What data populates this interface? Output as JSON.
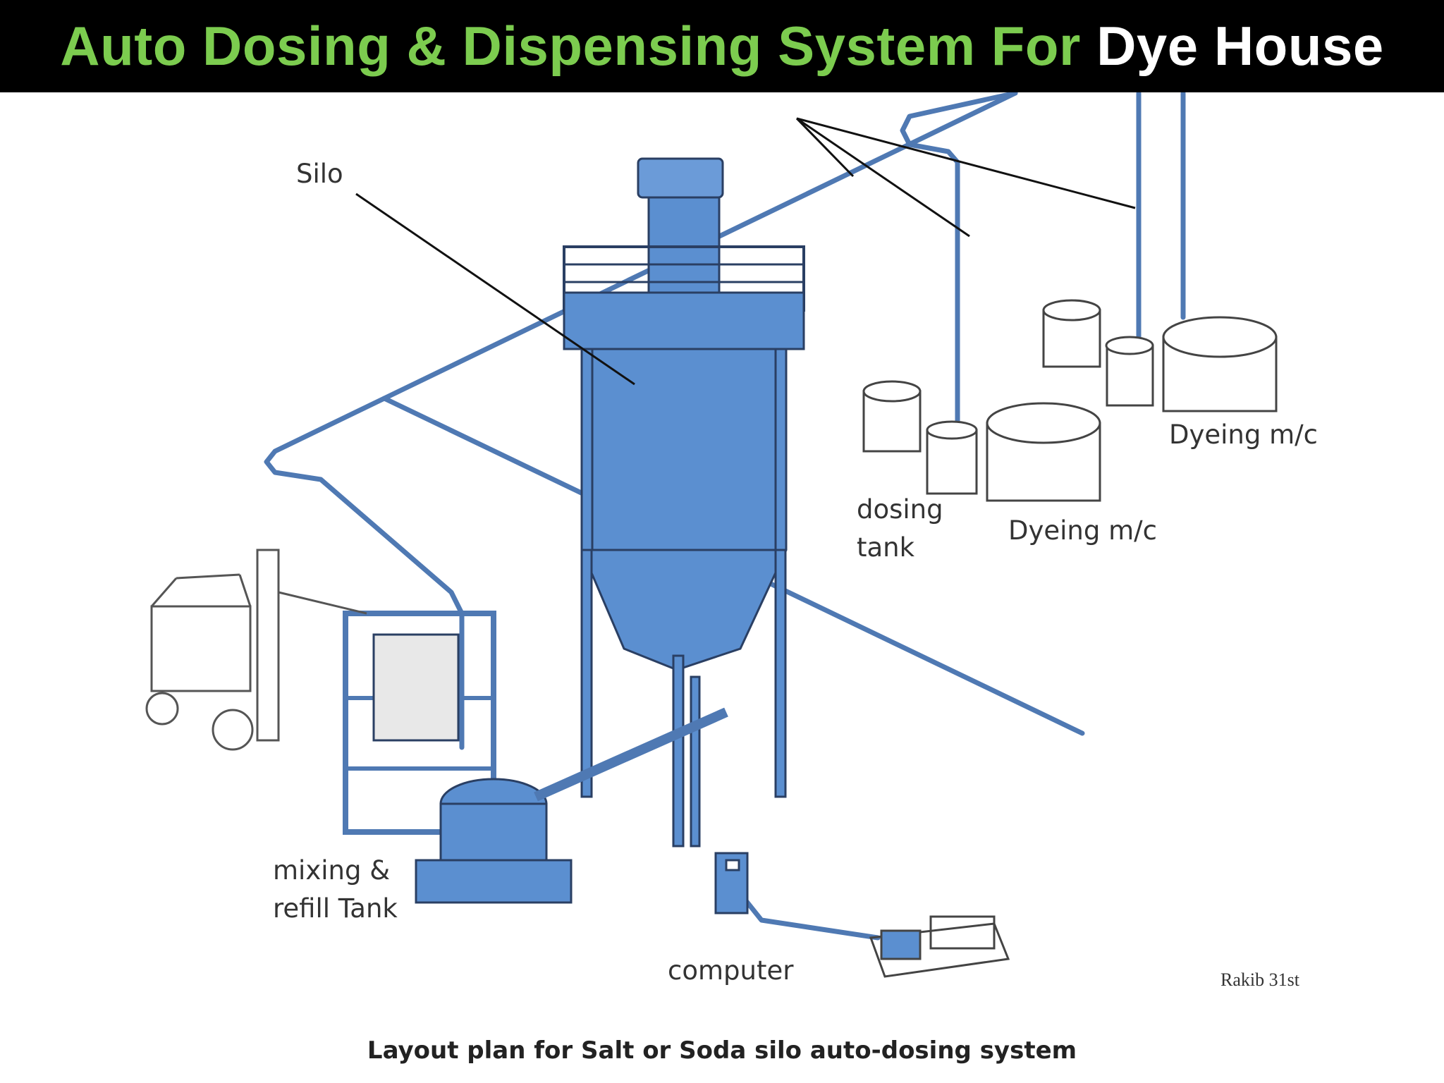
{
  "title": {
    "part1": "Auto Dosing & Dispensing System For",
    "part2": "Dye House"
  },
  "labels": {
    "silo": "Silo",
    "dosing_tank_line1": "dosing",
    "dosing_tank_line2": "tank",
    "dyeing_mc_right": "Dyeing m/c",
    "dyeing_mc_center": "Dyeing m/c",
    "mixing_line1": "mixing &",
    "mixing_line2": "refill Tank",
    "computer": "computer"
  },
  "signature": "Rakib 31st",
  "caption": "Layout plan for Salt or Soda silo auto-dosing system",
  "colors": {
    "title_green": "#7ccc4f",
    "title_white": "#ffffff",
    "title_bg": "#000000",
    "equipment_blue": "#5b8fd0",
    "outline": "#2a3f63"
  }
}
